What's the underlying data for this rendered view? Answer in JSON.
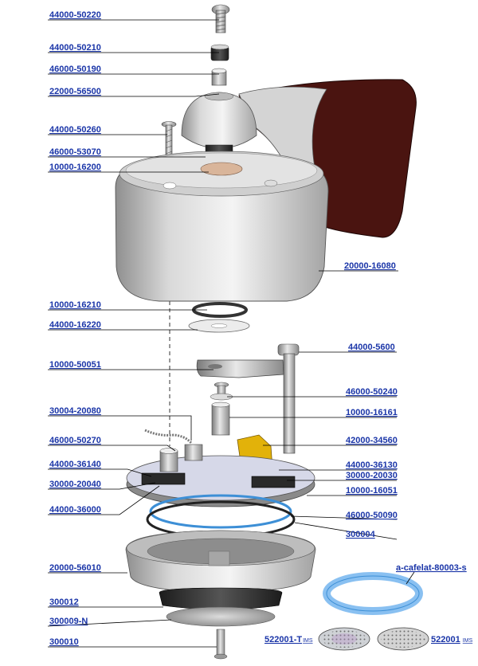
{
  "colors": {
    "label": "#1a35a8",
    "body_light": "#ececec",
    "body_shade": "#9a9a9a",
    "handle": "#4a1410",
    "gasket": "#3d8fd6",
    "connector": "#e2b20a"
  },
  "parts": {
    "p44000_50220": "44000-50220",
    "p44000_50210": "44000-50210",
    "p46000_50190": "46000-50190",
    "p22000_56500": "22000-56500",
    "p44000_50260": "44000-50260",
    "p46000_53070": "46000-53070",
    "p10000_16200": "10000-16200",
    "p20000_16080": "20000-16080",
    "p10000_16210": "10000-16210",
    "p44000_16220": "44000-16220",
    "p44000_5600": "44000-5600",
    "p10000_50051": "10000-50051",
    "p46000_50240": "46000-50240",
    "p30004_20080": "30004-20080",
    "p10000_16161": "10000-16161",
    "p46000_50270": "46000-50270",
    "p42000_34560": "42000-34560",
    "p44000_36140": "44000-36140",
    "p44000_36130": "44000-36130",
    "p30000_20040": "30000-20040",
    "p30000_20030": "30000-20030",
    "p44000_36000": "44000-36000",
    "p10000_16051": "10000-16051",
    "p46000_50090": "46000-50090",
    "p300004": "300004",
    "p20000_56010": "20000-56010",
    "pa_cafelat": "a-cafelat-80003-s",
    "p300012": "300012",
    "p300009_n": "300009-N",
    "p522001_t": "522001-T",
    "p522001_t_sub": "IMS",
    "p522001": "522001",
    "p522001_sub": "IMS",
    "p300010": "300010"
  }
}
